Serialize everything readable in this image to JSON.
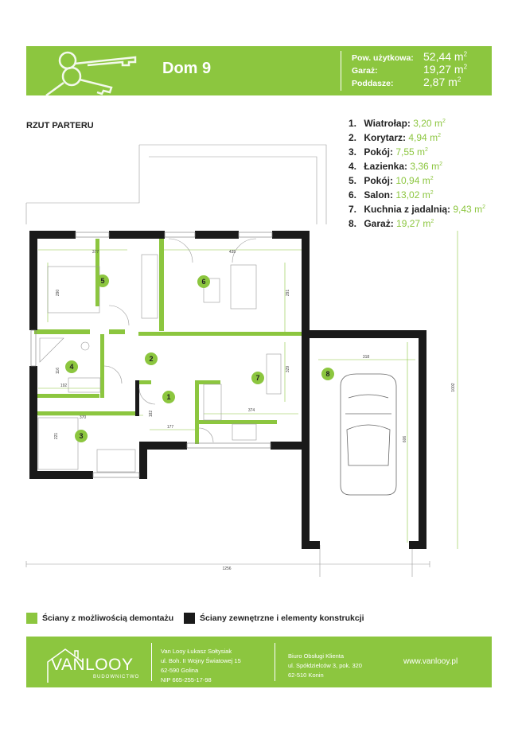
{
  "header": {
    "title": "Dom 9",
    "rows": [
      {
        "label": "Pow. użytkowa:",
        "value": "52,44 m",
        "sup": "2"
      },
      {
        "label": "Garaż:",
        "value": "19,27 m",
        "sup": "2"
      },
      {
        "label": "Poddasze:",
        "value": "2,87 m",
        "sup": "2"
      }
    ]
  },
  "section_title": "RZUT PARTERU",
  "rooms": [
    {
      "num": "1.",
      "name": "Wiatrołap:",
      "area": "3,20 m",
      "sup": "2"
    },
    {
      "num": "2.",
      "name": "Korytarz:",
      "area": "4,94 m",
      "sup": "2"
    },
    {
      "num": "3.",
      "name": "Pokój:",
      "area": "7,55 m",
      "sup": "2"
    },
    {
      "num": "4.",
      "name": "Łazienka:",
      "area": "3,36 m",
      "sup": "2"
    },
    {
      "num": "5.",
      "name": "Pokój:",
      "area": "10,94 m",
      "sup": "2"
    },
    {
      "num": "6.",
      "name": "Salon:",
      "area": "13,02 m",
      "sup": "2"
    },
    {
      "num": "7.",
      "name": "Kuchnia z jadalnią:",
      "area": "9,43 m",
      "sup": "2"
    },
    {
      "num": "8.",
      "name": "Garaż:",
      "area": "19,27 m",
      "sup": "2"
    }
  ],
  "plan": {
    "room_markers": [
      "1",
      "2",
      "3",
      "4",
      "5",
      "6",
      "7",
      "8"
    ],
    "dims": [
      "377",
      "435",
      "290",
      "291",
      "318",
      "116",
      "192",
      "329",
      "182",
      "370",
      "374",
      "177",
      "221",
      "606",
      "1002",
      "1256"
    ]
  },
  "legend": {
    "green_label": "Ściany z możliwością demontażu",
    "black_label": "Ściany zewnętrzne i elementy konstrukcji",
    "green_color": "#8cc63f",
    "black_color": "#1a1a1a"
  },
  "footer": {
    "logo": "VANLOOY",
    "logo_sub": "BUDOWNICTWO",
    "company": [
      "Van Looy Łukasz Sołtysiak",
      "ul. Boh. II Wojny Światowej 15",
      "62-590 Golina",
      "NIP 665-255-17-98"
    ],
    "office": [
      "Biuro Obsługi Klienta",
      "ul. Spółdzielców 3, pok. 320",
      "62-510 Konin"
    ],
    "website": "www.vanlooy.pl"
  },
  "colors": {
    "accent": "#8cc63f",
    "wall": "#1a1a1a"
  }
}
